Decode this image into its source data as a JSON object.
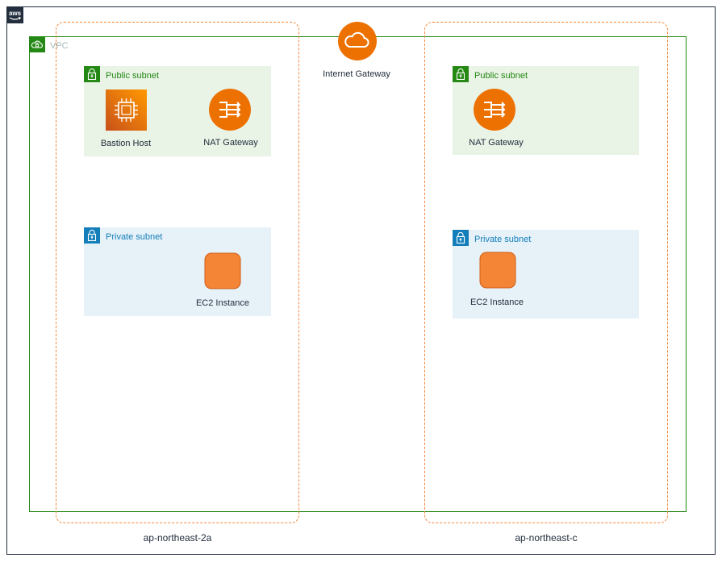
{
  "diagram": {
    "region": {
      "label": "",
      "badge": "aws"
    },
    "vpc": {
      "label": "VPC"
    },
    "internet_gateway": {
      "label": "Internet Gateway"
    },
    "availability_zones": [
      {
        "label": "ap-northeast-2a",
        "public_subnet": {
          "label": "Public subnet",
          "services": [
            {
              "label": "Bastion Host",
              "icon": "ec2-instance-icon"
            },
            {
              "label": "NAT Gateway",
              "icon": "nat-gateway-icon"
            }
          ]
        },
        "private_subnet": {
          "label": "Private subnet",
          "services": [
            {
              "label": "EC2 Instance",
              "icon": "ec2-icon"
            }
          ]
        }
      },
      {
        "label": "ap-northeast-c",
        "public_subnet": {
          "label": "Public subnet",
          "services": [
            {
              "label": "NAT Gateway",
              "icon": "nat-gateway-icon"
            }
          ]
        },
        "private_subnet": {
          "label": "Private subnet",
          "services": [
            {
              "label": "EC2 Instance",
              "icon": "ec2-icon"
            }
          ]
        }
      }
    ],
    "colors": {
      "aws_border": "#232f3e",
      "vpc": "#248814",
      "az": "#f58536",
      "public_subnet_fill": "#e9f3e6",
      "private_subnet_fill": "#e6f2f8",
      "private_subnet_accent": "#147eba",
      "service_orange": "#ed7100"
    }
  }
}
